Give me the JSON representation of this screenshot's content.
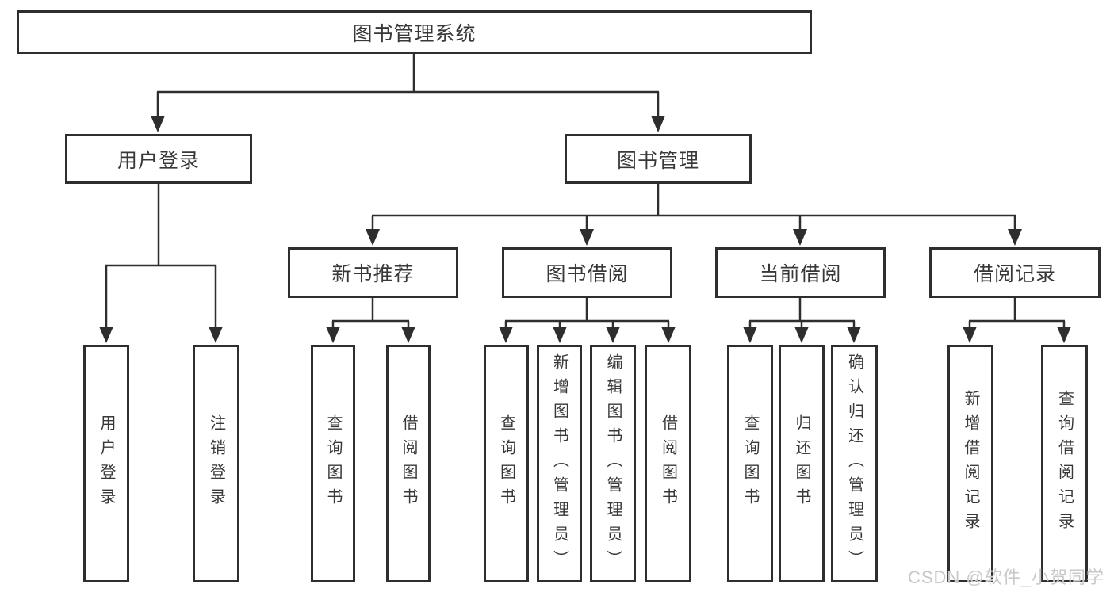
{
  "tree": {
    "root": {
      "label": "图书管理系统"
    },
    "branches": [
      {
        "label": "用户登录",
        "children": [
          {
            "label": "用户登录"
          },
          {
            "label": "注销登录"
          }
        ]
      },
      {
        "label": "图书管理",
        "children": [
          {
            "label": "新书推荐",
            "children": [
              {
                "label": "查询图书"
              },
              {
                "label": "借阅图书"
              }
            ]
          },
          {
            "label": "图书借阅",
            "children": [
              {
                "label": "查询图书"
              },
              {
                "label": "新增图书（管理员）"
              },
              {
                "label": "编辑图书（管理员）"
              },
              {
                "label": "借阅图书"
              }
            ]
          },
          {
            "label": "当前借阅",
            "children": [
              {
                "label": "查询图书"
              },
              {
                "label": "归还图书"
              },
              {
                "label": "确认归还（管理员）"
              }
            ]
          },
          {
            "label": "借阅记录",
            "children": [
              {
                "label": "新增借阅记录"
              },
              {
                "label": "查询借阅记录"
              }
            ]
          }
        ]
      }
    ]
  },
  "watermark": "CSDN @软件_小贺同学",
  "colors": {
    "line": "#2e2e2e",
    "text": "#383838",
    "watermark": "#c7c9cb",
    "background": "#ffffff"
  }
}
